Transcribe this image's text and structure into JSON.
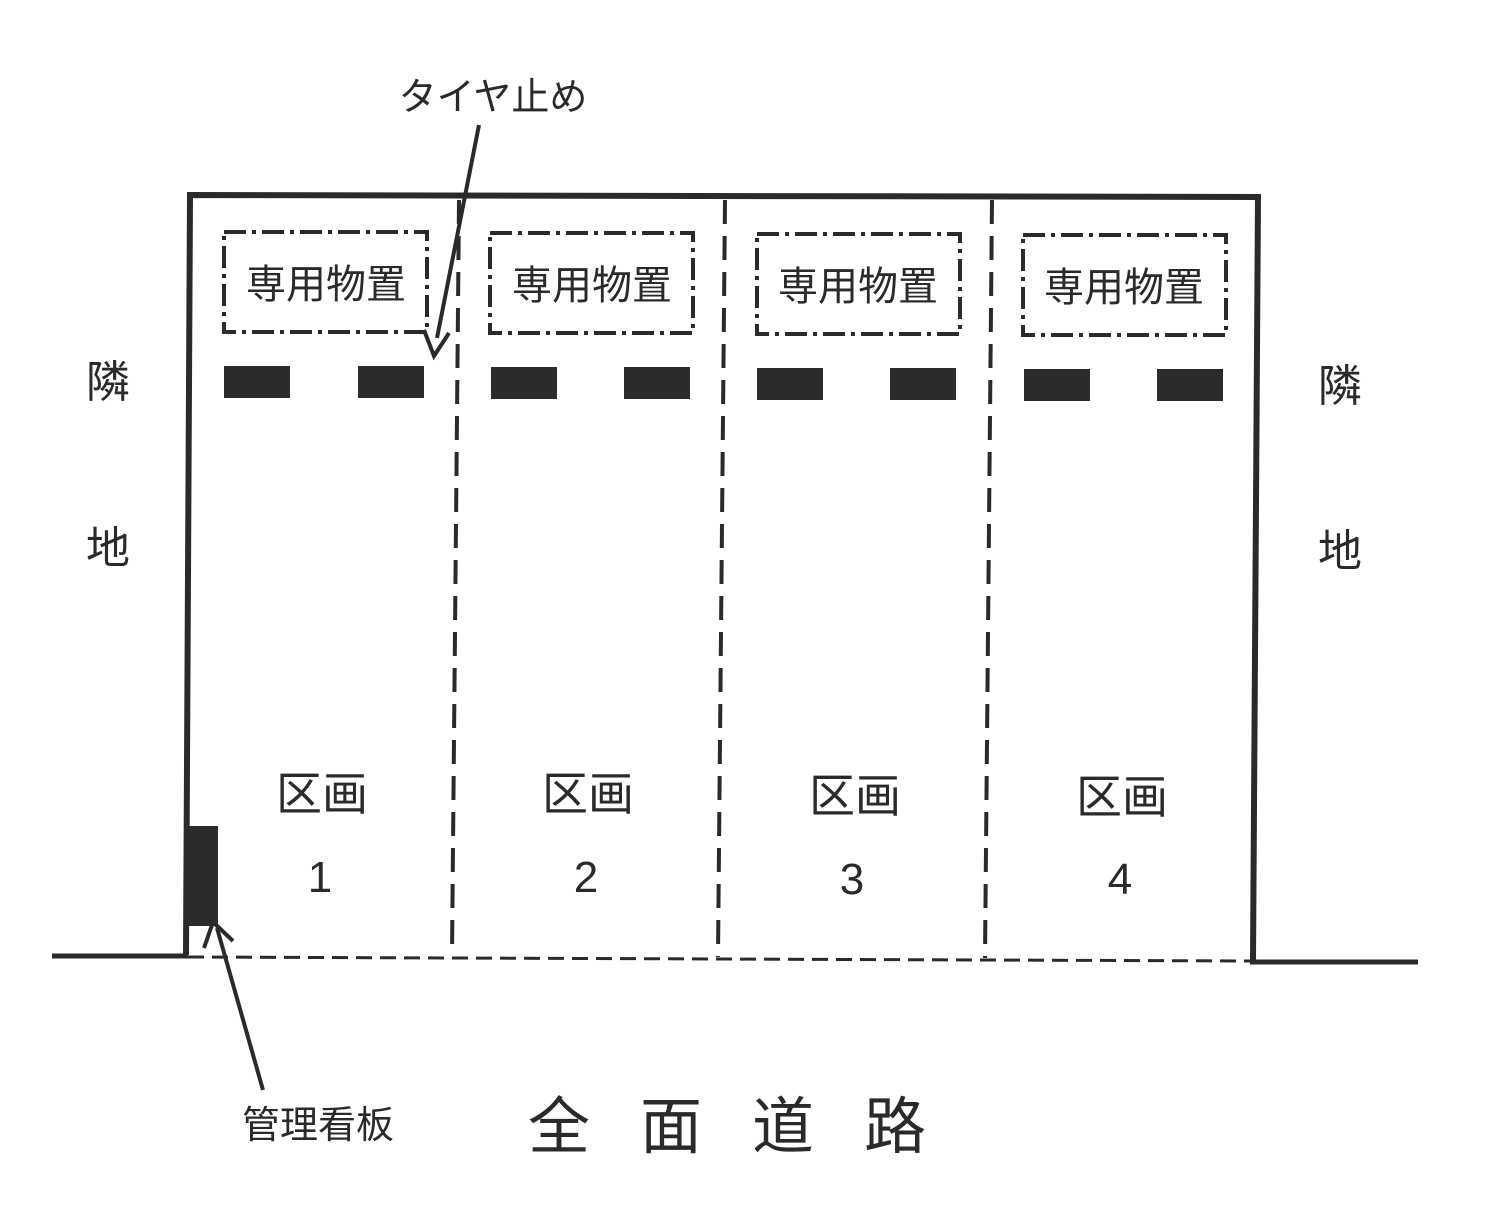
{
  "labels": {
    "tire_stop": "タイヤ止め",
    "neighbor_left_1": "隣",
    "neighbor_left_2": "地",
    "neighbor_right_1": "隣",
    "neighbor_right_2": "地",
    "sign": "管理看板",
    "road": "全面道路"
  },
  "sections": [
    {
      "storage": "専用物置",
      "label": "区画",
      "number": "1"
    },
    {
      "storage": "専用物置",
      "label": "区画",
      "number": "2"
    },
    {
      "storage": "専用物置",
      "label": "区画",
      "number": "3"
    },
    {
      "storage": "専用物置",
      "label": "区画",
      "number": "4"
    }
  ],
  "colors": {
    "line": "#2a2a2a",
    "fill": "#2b2b2b"
  }
}
